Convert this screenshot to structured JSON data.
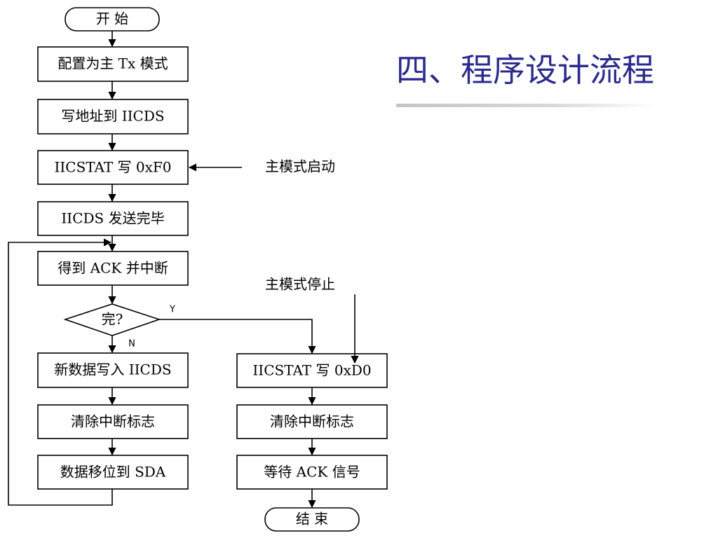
{
  "slide": {
    "title": "四、程序设计流程"
  },
  "flowchart": {
    "start": "开 始",
    "end": "结 束",
    "steps": {
      "configure": "配置为主 Tx 模式",
      "write_addr": "写地址到 IICDS",
      "iicstat_f0": "IICSTAT 写 0xF0",
      "send_done": "IICDS 发送完毕",
      "get_ack": "得到 ACK 并中断",
      "write_data": "新数据写入 IICDS",
      "clear_int_left": "清除中断标志",
      "shift_sda": "数据移位到 SDA",
      "iicstat_d0": "IICSTAT 写 0xD0",
      "clear_int_right": "清除中断标志",
      "wait_ack": "等待 ACK 信号"
    },
    "decision": {
      "label": "完?",
      "yes": "Y",
      "no": "N"
    },
    "annotations": {
      "master_start": "主模式启动",
      "master_stop": "主模式停止"
    }
  }
}
